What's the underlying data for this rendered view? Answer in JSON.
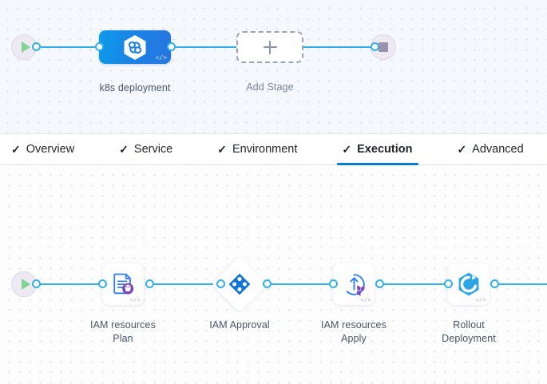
{
  "stage_canvas": {
    "start_node": {
      "name": "pipeline-start",
      "icon": "play-icon"
    },
    "end_node": {
      "name": "pipeline-end",
      "icon": "stop-icon"
    },
    "stages": [
      {
        "label": "k8s deployment",
        "icon": "harness-infinity-icon",
        "badge": "</>",
        "type": "deployment"
      }
    ],
    "add_stage": {
      "label": "Add Stage",
      "icon": "plus-icon"
    }
  },
  "tabs": [
    {
      "label": "Overview",
      "check": "✓",
      "active": false
    },
    {
      "label": "Service",
      "check": "✓",
      "active": false
    },
    {
      "label": "Environment",
      "check": "✓",
      "active": false
    },
    {
      "label": "Execution",
      "check": "✓",
      "active": true
    },
    {
      "label": "Advanced",
      "check": "✓",
      "active": false
    }
  ],
  "execution_canvas": {
    "start_node": {
      "name": "execution-start",
      "icon": "play-icon"
    },
    "steps": [
      {
        "label": "IAM resources\nPlan",
        "icon": "terraform-plan-icon",
        "badge": "</>",
        "shape": "rounded-square"
      },
      {
        "label": "IAM Approval",
        "icon": "harness-approval-icon",
        "badge": "",
        "shape": "diamond"
      },
      {
        "label": "IAM resources\nApply",
        "icon": "terraform-apply-icon",
        "badge": "</>",
        "shape": "rounded-square"
      },
      {
        "label": "Rollout\nDeployment",
        "icon": "k8s-rollout-icon",
        "badge": "</>",
        "shape": "rounded-square"
      }
    ]
  },
  "colors": {
    "connector": "#32b0e8",
    "accent": "#0b7cd4",
    "stage_gradient_from": "#0d9bea",
    "stage_gradient_to": "#2775e0",
    "canvas_top_bg": "#f5f9fd",
    "canvas_bottom_bg": "#fdfdfe",
    "play_green": "#7ed492",
    "stop_gray": "#9b93ae",
    "terraform_purple": "#7b42bc",
    "text_primary": "#22252b",
    "text_label": "#4a5567"
  }
}
